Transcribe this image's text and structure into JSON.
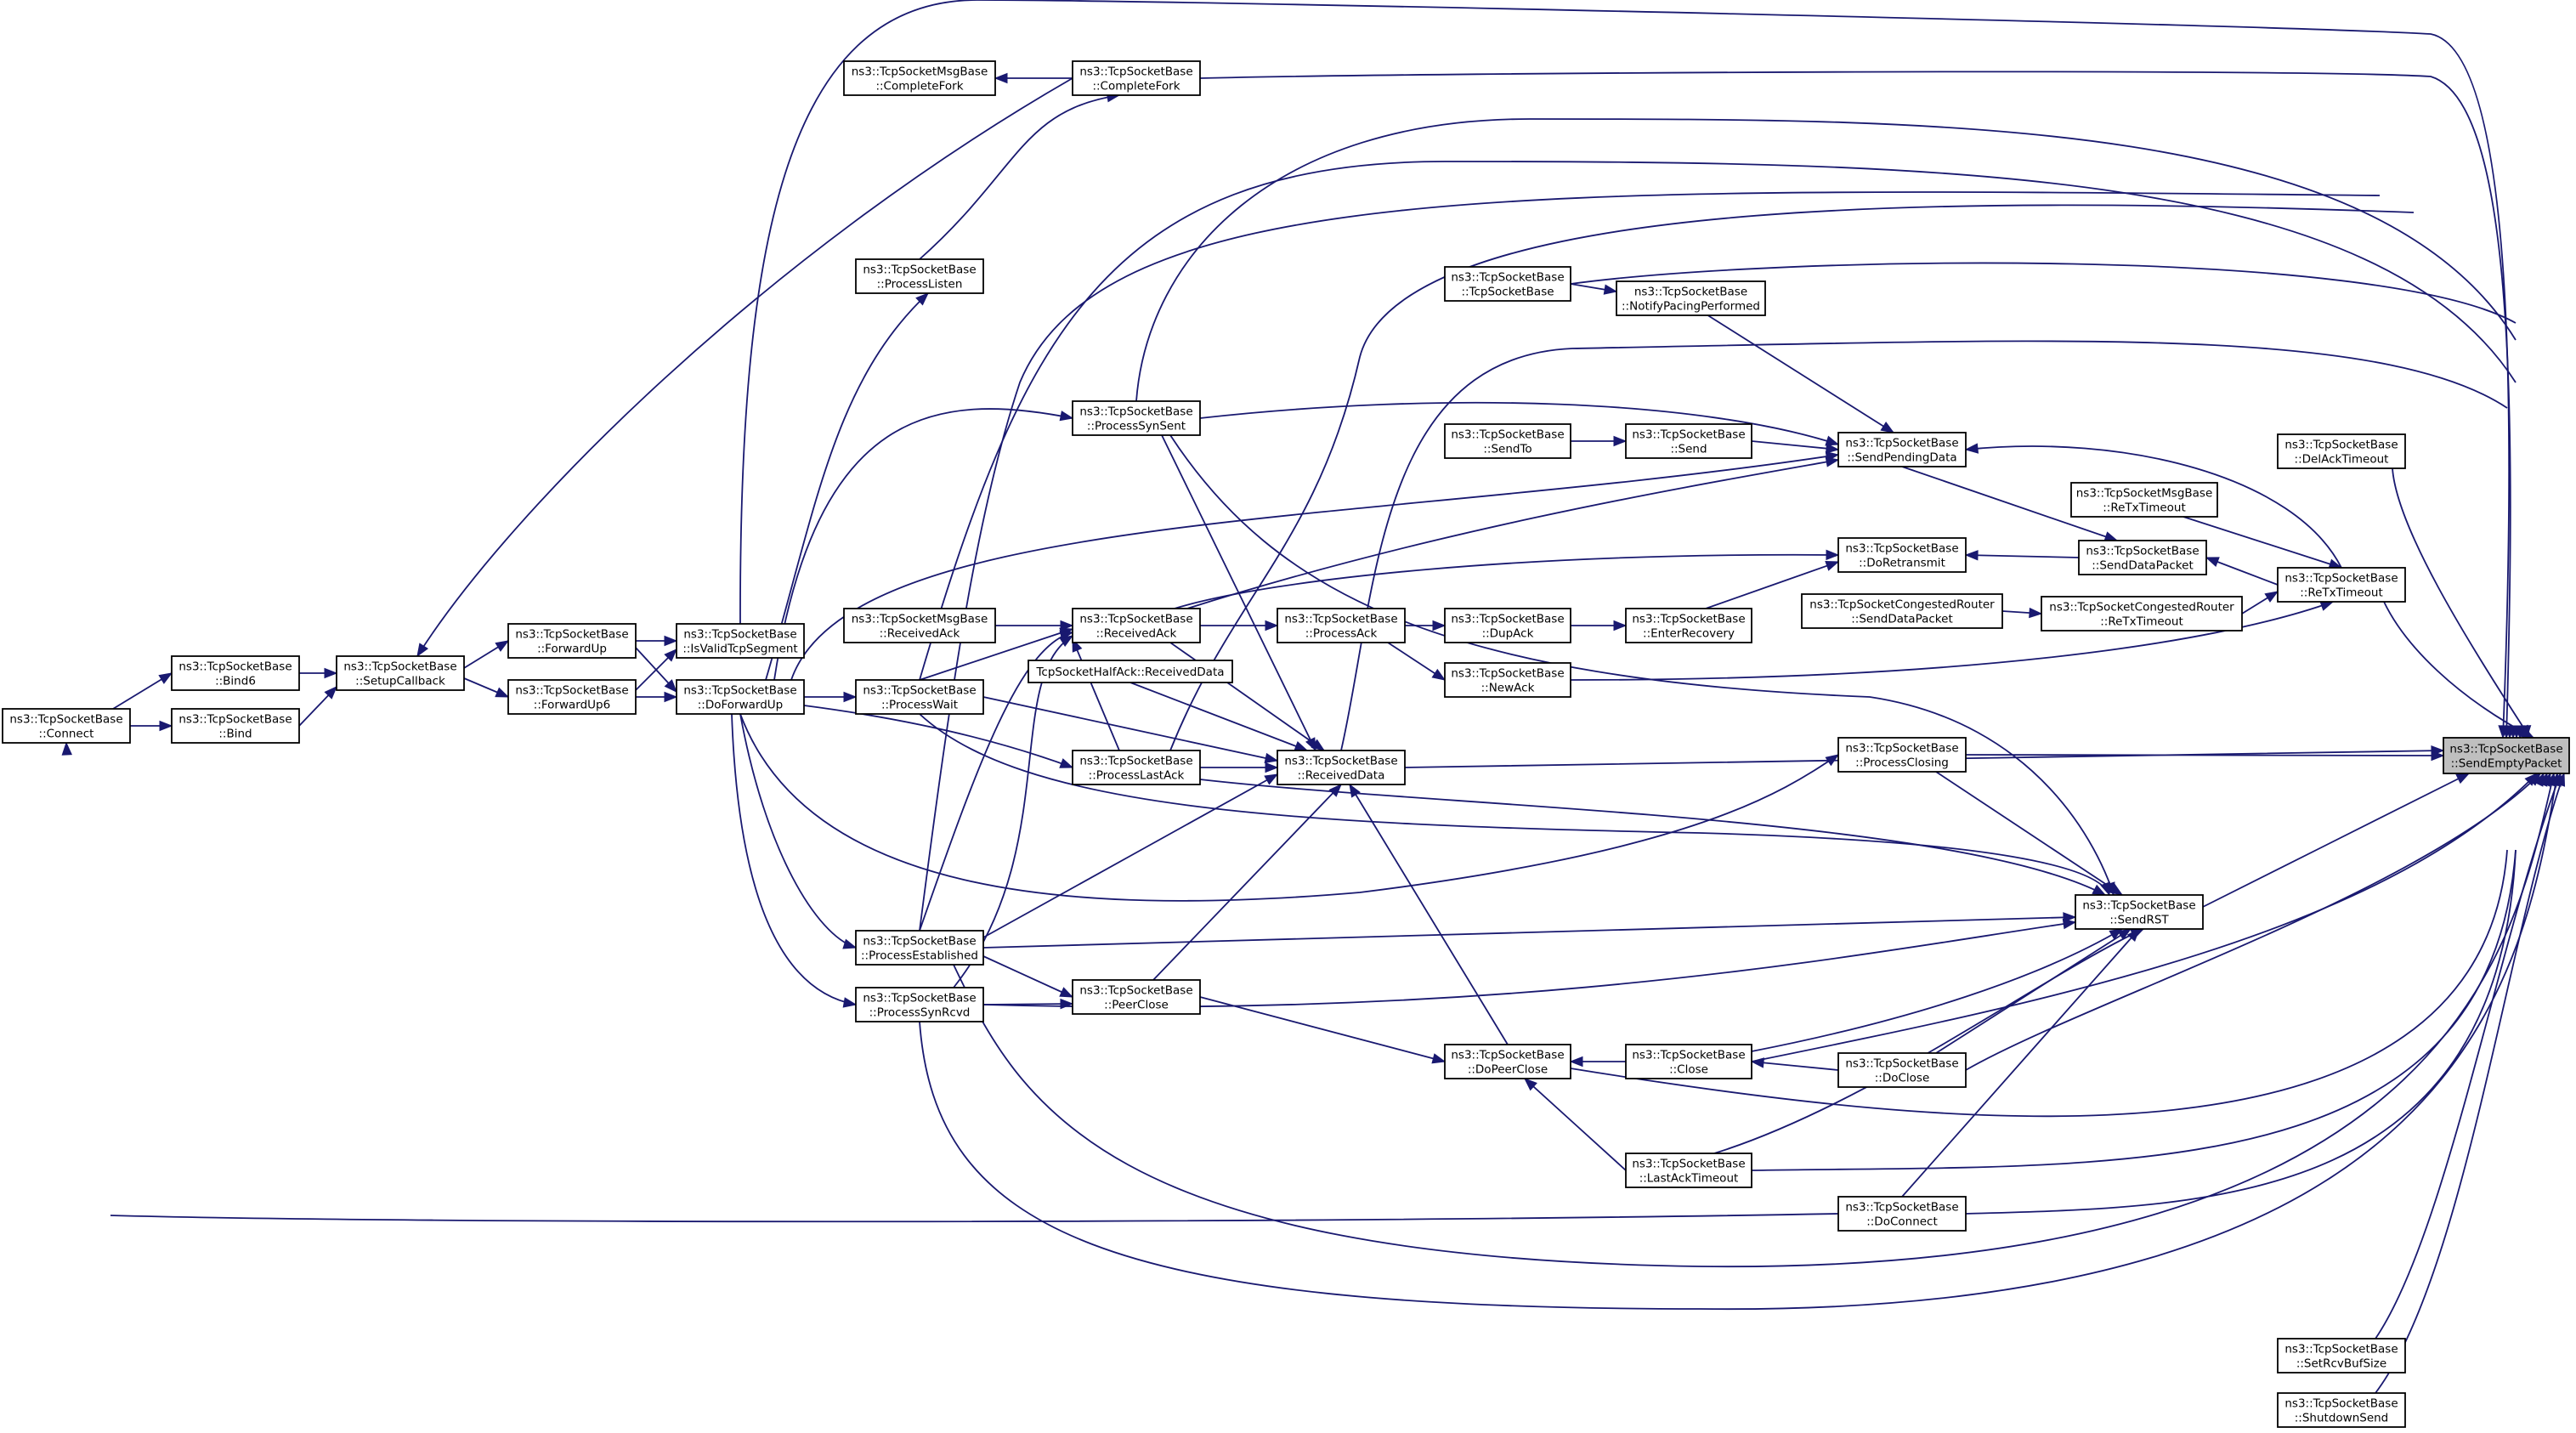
{
  "graph": {
    "nodes": [
      {
        "id": "SendEmptyPacket",
        "lines": [
          "ns3::TcpSocketBase",
          "::SendEmptyPacket"
        ],
        "highlight": true
      },
      {
        "id": "CompleteFork",
        "lines": [
          "ns3::TcpSocketBase",
          "::CompleteFork"
        ]
      },
      {
        "id": "MsgCompleteFork",
        "lines": [
          "ns3::TcpSocketMsgBase",
          "::CompleteFork"
        ]
      },
      {
        "id": "ProcessListen",
        "lines": [
          "ns3::TcpSocketBase",
          "::ProcessListen"
        ]
      },
      {
        "id": "TcpSocketBaseCtor",
        "lines": [
          "ns3::TcpSocketBase",
          "::TcpSocketBase"
        ]
      },
      {
        "id": "NotifyPacing",
        "lines": [
          "ns3::TcpSocketBase",
          "::NotifyPacingPerformed"
        ]
      },
      {
        "id": "ProcessSynSent",
        "lines": [
          "ns3::TcpSocketBase",
          "::ProcessSynSent"
        ]
      },
      {
        "id": "SendTo",
        "lines": [
          "ns3::TcpSocketBase",
          "::SendTo"
        ]
      },
      {
        "id": "Send",
        "lines": [
          "ns3::TcpSocketBase",
          "::Send"
        ]
      },
      {
        "id": "SendPendingData",
        "lines": [
          "ns3::TcpSocketBase",
          "::SendPendingData"
        ]
      },
      {
        "id": "DelAckTimeout",
        "lines": [
          "ns3::TcpSocketBase",
          "::DelAckTimeout"
        ]
      },
      {
        "id": "MsgReTxTimeout",
        "lines": [
          "ns3::TcpSocketMsgBase",
          "::ReTxTimeout"
        ]
      },
      {
        "id": "DoRetransmit",
        "lines": [
          "ns3::TcpSocketBase",
          "::DoRetransmit"
        ]
      },
      {
        "id": "SendDataPacket",
        "lines": [
          "ns3::TcpSocketBase",
          "::SendDataPacket"
        ]
      },
      {
        "id": "ReTxTimeout",
        "lines": [
          "ns3::TcpSocketBase",
          "::ReTxTimeout"
        ]
      },
      {
        "id": "CongSendDataPacket",
        "lines": [
          "ns3::TcpSocketCongestedRouter",
          "::SendDataPacket"
        ]
      },
      {
        "id": "CongReTxTimeout",
        "lines": [
          "ns3::TcpSocketCongestedRouter",
          "::ReTxTimeout"
        ]
      },
      {
        "id": "MsgReceivedAck",
        "lines": [
          "ns3::TcpSocketMsgBase",
          "::ReceivedAck"
        ]
      },
      {
        "id": "ReceivedAck",
        "lines": [
          "ns3::TcpSocketBase",
          "::ReceivedAck"
        ]
      },
      {
        "id": "ProcessAck",
        "lines": [
          "ns3::TcpSocketBase",
          "::ProcessAck"
        ]
      },
      {
        "id": "DupAck",
        "lines": [
          "ns3::TcpSocketBase",
          "::DupAck"
        ]
      },
      {
        "id": "EnterRecovery",
        "lines": [
          "ns3::TcpSocketBase",
          "::EnterRecovery"
        ]
      },
      {
        "id": "Bind6",
        "lines": [
          "ns3::TcpSocketBase",
          "::Bind6"
        ]
      },
      {
        "id": "SetupCallback",
        "lines": [
          "ns3::TcpSocketBase",
          "::SetupCallback"
        ]
      },
      {
        "id": "ForwardUp",
        "lines": [
          "ns3::TcpSocketBase",
          "::ForwardUp"
        ]
      },
      {
        "id": "IsValidTcpSegment",
        "lines": [
          "ns3::TcpSocketBase",
          "::IsValidTcpSegment"
        ]
      },
      {
        "id": "NewAck",
        "lines": [
          "ns3::TcpSocketBase",
          "::NewAck"
        ]
      },
      {
        "id": "Connect",
        "lines": [
          "ns3::TcpSocketBase",
          "::Connect"
        ]
      },
      {
        "id": "Bind",
        "lines": [
          "ns3::TcpSocketBase",
          "::Bind"
        ]
      },
      {
        "id": "ForwardUp6",
        "lines": [
          "ns3::TcpSocketBase",
          "::ForwardUp6"
        ]
      },
      {
        "id": "DoForwardUp",
        "lines": [
          "ns3::TcpSocketBase",
          "::DoForwardUp"
        ]
      },
      {
        "id": "ProcessWait",
        "lines": [
          "ns3::TcpSocketBase",
          "::ProcessWait"
        ]
      },
      {
        "id": "HalfAckReceivedData",
        "lines": [
          "TcpSocketHalfAck::ReceivedData"
        ]
      },
      {
        "id": "ProcessClosing",
        "lines": [
          "ns3::TcpSocketBase",
          "::ProcessClosing"
        ]
      },
      {
        "id": "ProcessLastAck",
        "lines": [
          "ns3::TcpSocketBase",
          "::ProcessLastAck"
        ]
      },
      {
        "id": "ReceivedData",
        "lines": [
          "ns3::TcpSocketBase",
          "::ReceivedData"
        ]
      },
      {
        "id": "SendRST",
        "lines": [
          "ns3::TcpSocketBase",
          "::SendRST"
        ]
      },
      {
        "id": "ProcessEstablished",
        "lines": [
          "ns3::TcpSocketBase",
          "::ProcessEstablished"
        ]
      },
      {
        "id": "ProcessSynRcvd",
        "lines": [
          "ns3::TcpSocketBase",
          "::ProcessSynRcvd"
        ]
      },
      {
        "id": "PeerClose",
        "lines": [
          "ns3::TcpSocketBase",
          "::PeerClose"
        ]
      },
      {
        "id": "DoPeerClose",
        "lines": [
          "ns3::TcpSocketBase",
          "::DoPeerClose"
        ]
      },
      {
        "id": "Close",
        "lines": [
          "ns3::TcpSocketBase",
          "::Close"
        ]
      },
      {
        "id": "DoClose",
        "lines": [
          "ns3::TcpSocketBase",
          "::DoClose"
        ]
      },
      {
        "id": "LastAckTimeout",
        "lines": [
          "ns3::TcpSocketBase",
          "::LastAckTimeout"
        ]
      },
      {
        "id": "DoConnect",
        "lines": [
          "ns3::TcpSocketBase",
          "::DoConnect"
        ]
      },
      {
        "id": "SetRcvBufSize",
        "lines": [
          "ns3::TcpSocketBase",
          "::SetRcvBufSize"
        ]
      },
      {
        "id": "ShutdownSend",
        "lines": [
          "ns3::TcpSocketBase",
          "::ShutdownSend"
        ]
      }
    ]
  }
}
